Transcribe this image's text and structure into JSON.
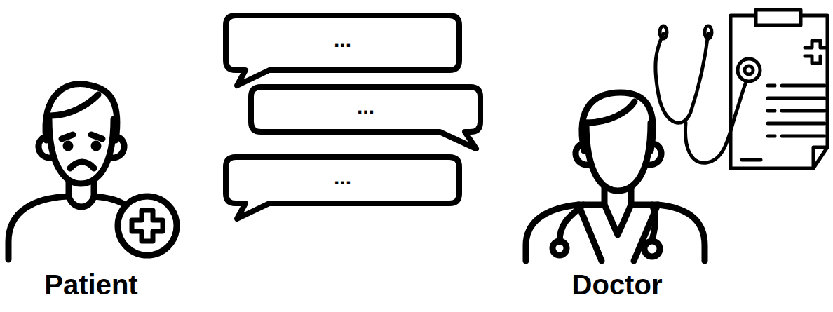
{
  "diagram": {
    "nodes": [
      {
        "text": [
          "..."
        ]
      },
      {
        "text": [
          "..."
        ]
      },
      {
        "text": [
          "..."
        ]
      }
    ],
    "labels": [
      "Patient",
      "Doctor"
    ]
  }
}
